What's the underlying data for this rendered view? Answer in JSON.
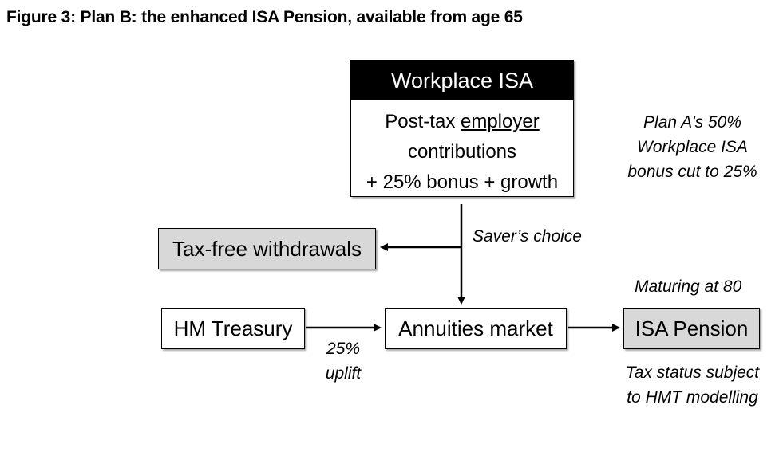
{
  "figure": {
    "title": "Figure 3: Plan B: the enhanced ISA Pension, available from age 65"
  },
  "nodes": {
    "workplace_isa": {
      "title": "Workplace ISA",
      "line1_prefix": "Post-tax ",
      "line1_underlined": "employer",
      "line2": "contributions",
      "line3": "+ 25% bonus + growth"
    },
    "tax_free_withdrawals": "Tax-free withdrawals",
    "hm_treasury": "HM Treasury",
    "annuities_market": "Annuities market",
    "isa_pension": "ISA Pension"
  },
  "annotations": {
    "plan_a_line1": "Plan A’s 50%",
    "plan_a_line2": "Workplace ISA",
    "plan_a_line3": "bonus cut to 25%",
    "savers_choice": "Saver’s choice",
    "maturing": "Maturing at 80",
    "uplift_line1": "25%",
    "uplift_line2": "uplift",
    "tax_status_line1": "Tax status subject",
    "tax_status_line2": "to HMT modelling"
  },
  "colors": {
    "header_bg": "#000000",
    "header_text": "#ffffff",
    "grey_box": "#d8d8d8",
    "stroke": "#000000"
  }
}
